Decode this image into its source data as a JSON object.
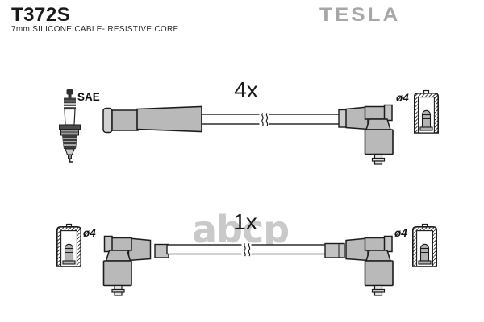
{
  "header": {
    "part_number": "T372S",
    "description": "7mm SILICONE CABLE- RESISTIVE CORE",
    "brand": "TESLA"
  },
  "diagram": {
    "top_group": {
      "quantity_label": "4x",
      "plug_standard_label": "SAE",
      "diameter_label": "ø4"
    },
    "bottom_group": {
      "quantity_label": "1x",
      "diameter_label_left": "ø4",
      "diameter_label_right": "ø4"
    },
    "watermark": "abcp"
  },
  "colors": {
    "background": "#ffffff",
    "text": "#1a1a1a",
    "brand_gray": "#a7a7a7",
    "boot_gray": "#b9b9b9",
    "coupling_gray": "#cdcdcd",
    "watermark_gray": "#c9c9c9",
    "outline": "#1c1c1c"
  }
}
